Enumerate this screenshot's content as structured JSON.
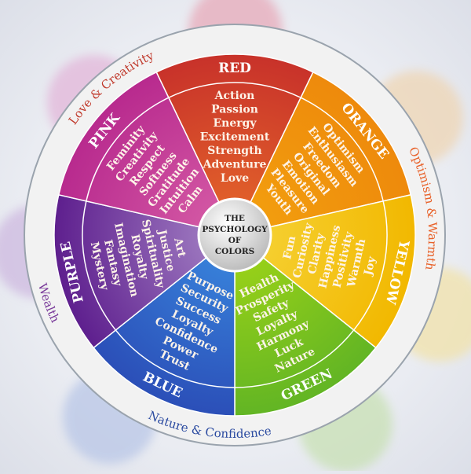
{
  "center": {
    "lines": [
      "THE",
      "PSYCHOLOGY",
      "OF",
      "COLORS"
    ]
  },
  "ring_labels": [
    {
      "text": "Love & Creativity",
      "color": "#c0392b"
    },
    {
      "text": "Optimism & Warmth",
      "color": "#e8622a"
    },
    {
      "text": "Nature & Confidence",
      "color": "#2a4aa0"
    },
    {
      "text": "Wealth",
      "color": "#7a3a9a"
    }
  ],
  "segments": [
    {
      "label": "RED",
      "color": "#c8322a",
      "inner": "#e6692a",
      "words": [
        "Action",
        "Passion",
        "Energy",
        "Excitement",
        "Strength",
        "Adventure",
        "Love"
      ]
    },
    {
      "label": "ORANGE",
      "color": "#ee8a0c",
      "inner": "#f3a10e",
      "words": [
        "Optimism",
        "Enthusiasm",
        "Freedom",
        "Original",
        "Emotion",
        "Pleasure",
        "Youth"
      ]
    },
    {
      "label": "YELLOW",
      "color": "#f2b800",
      "inner": "#f6d43a",
      "words": [
        "Joy",
        "Warmth",
        "Positivity",
        "Happiness",
        "Clarity",
        "Curiosity",
        "Fun"
      ]
    },
    {
      "label": "GREEN",
      "color": "#62b524",
      "inner": "#a3d616",
      "words": [
        "Nature",
        "Luck",
        "Harmony",
        "Loyalty",
        "Safety",
        "Prosperity",
        "Health"
      ]
    },
    {
      "label": "BLUE",
      "color": "#2b4fb8",
      "inner": "#3a8ae0",
      "words": [
        "Trust",
        "Power",
        "Confidence",
        "Loyalty",
        "Success",
        "Security",
        "Purpose"
      ]
    },
    {
      "label": "PURPLE",
      "color": "#5e1f8e",
      "inner": "#a888c8",
      "words": [
        "Mystery",
        "Fantasy",
        "Imagination",
        "Royalty",
        "Spirituality",
        "Justice",
        "Art"
      ]
    },
    {
      "label": "PINK",
      "color": "#b82a8e",
      "inner": "#d860a8",
      "words": [
        "Feminity",
        "Creativity",
        "Respect",
        "Softness",
        "Gratitude",
        "Intuition",
        "Calm"
      ]
    }
  ]
}
